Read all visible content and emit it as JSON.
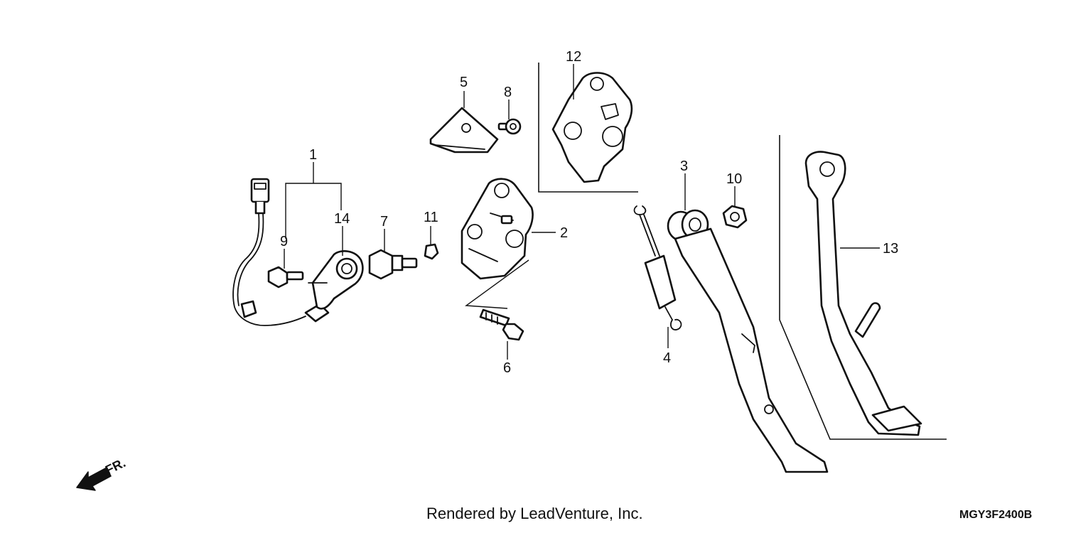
{
  "callouts": {
    "c1": "1",
    "c2": "2",
    "c3": "3",
    "c4": "4",
    "c5": "5",
    "c6": "6",
    "c7": "7",
    "c8": "8",
    "c9": "9",
    "c10": "10",
    "c11": "11",
    "c12": "12",
    "c13": "13",
    "c14": "14"
  },
  "direction_label": "FR.",
  "footer": {
    "credit": "Rendered by LeadVenture, Inc.",
    "diagram_code": "MGY3F2400B"
  }
}
